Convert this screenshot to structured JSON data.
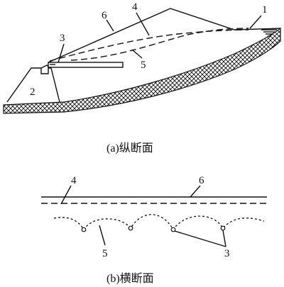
{
  "labels": {
    "n1": "1",
    "n2": "2",
    "n3a": "3",
    "n4a": "4",
    "n5a": "5",
    "n6a": "6",
    "n3b": "3",
    "n4b": "4",
    "n5b": "5",
    "n6b": "6"
  },
  "captions": {
    "longitudinal": "(a)纵断面",
    "cross": "(b)横断面"
  }
}
